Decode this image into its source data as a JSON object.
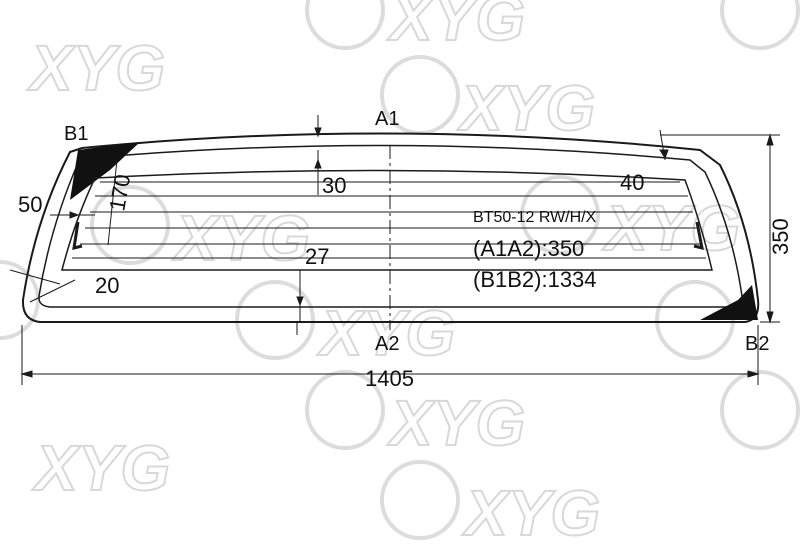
{
  "watermark": {
    "text": "XYG",
    "color": "#d6d6d6"
  },
  "points": {
    "a1": "A1",
    "a2": "A2",
    "b1": "B1",
    "b2": "B2"
  },
  "dimensions": {
    "overall_width": "1405",
    "overall_height": "350",
    "top_offset": "30",
    "top_right_offset": "40",
    "heater_offset": "27",
    "left_margin": "50",
    "left_heater": "170",
    "bottom_left": "20"
  },
  "notes": {
    "model": "BT50-12 RW/H/X",
    "a1a2": "(A1A2):350",
    "b1b2": "(B1B2):1334"
  },
  "colors": {
    "line": "#1a1a1a",
    "ceramic": "#111111"
  }
}
